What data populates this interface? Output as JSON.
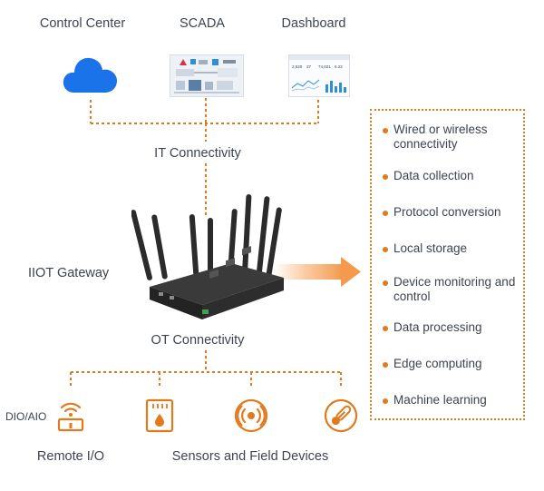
{
  "top_nodes": {
    "control_center": "Control Center",
    "scada": "SCADA",
    "dashboard": "Dashboard"
  },
  "dashboard_thumb": {
    "metrics": [
      "2,520",
      "37",
      "74,021",
      "6.22"
    ]
  },
  "it_connectivity": "IT Connectivity",
  "gateway_label": "IIOT Gateway",
  "ot_connectivity": "OT Connectivity",
  "features": [
    "Wired or wireless connectivity",
    "Data collection",
    "Protocol conversion",
    "Local storage",
    "Device monitoring and control",
    "Data processing",
    "Edge computing",
    "Machine learning"
  ],
  "bottom": {
    "dio_aio": "DIO/AIO",
    "remote_io": "Remote I/O",
    "sensors": "Sensors and Field Devices"
  },
  "colors": {
    "accent": "#e07a1c",
    "cloud": "#1a73e8",
    "text": "#3d4450"
  },
  "icons": [
    "cloud-icon",
    "wifi-io-icon",
    "sd-card-icon",
    "sensor-icon",
    "temperature-icon"
  ]
}
